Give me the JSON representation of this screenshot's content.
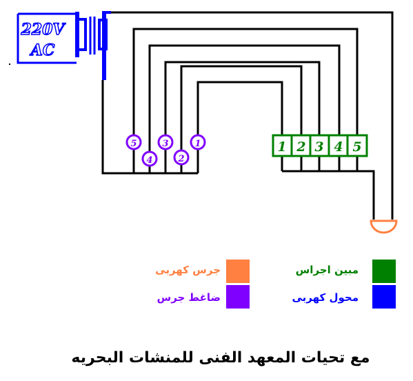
{
  "power_source": {
    "line1": "220V",
    "line2": "AC"
  },
  "switches": [
    "1",
    "2",
    "3",
    "4",
    "5"
  ],
  "indicator_cells": [
    "1",
    "2",
    "3",
    "4",
    "5"
  ],
  "legend": {
    "bell": {
      "label": "جرس كهربى",
      "color": "#ff8040"
    },
    "push_button": {
      "label": "ضاغط جرس",
      "color": "#8000ff"
    },
    "indicator": {
      "label": "مبين اجراس",
      "color": "#008000"
    },
    "transformer": {
      "label": "محول كهربى",
      "color": "#0000ff"
    }
  },
  "footer": "مع تحيات المعهد الفنى للمنشات البحريه",
  "colors": {
    "wire": "#000000",
    "transformer": "#0000ff",
    "switch": "#8000ff",
    "indicator": "#008000",
    "bell": "#ff8040",
    "switch_fill": "#ffffff"
  }
}
